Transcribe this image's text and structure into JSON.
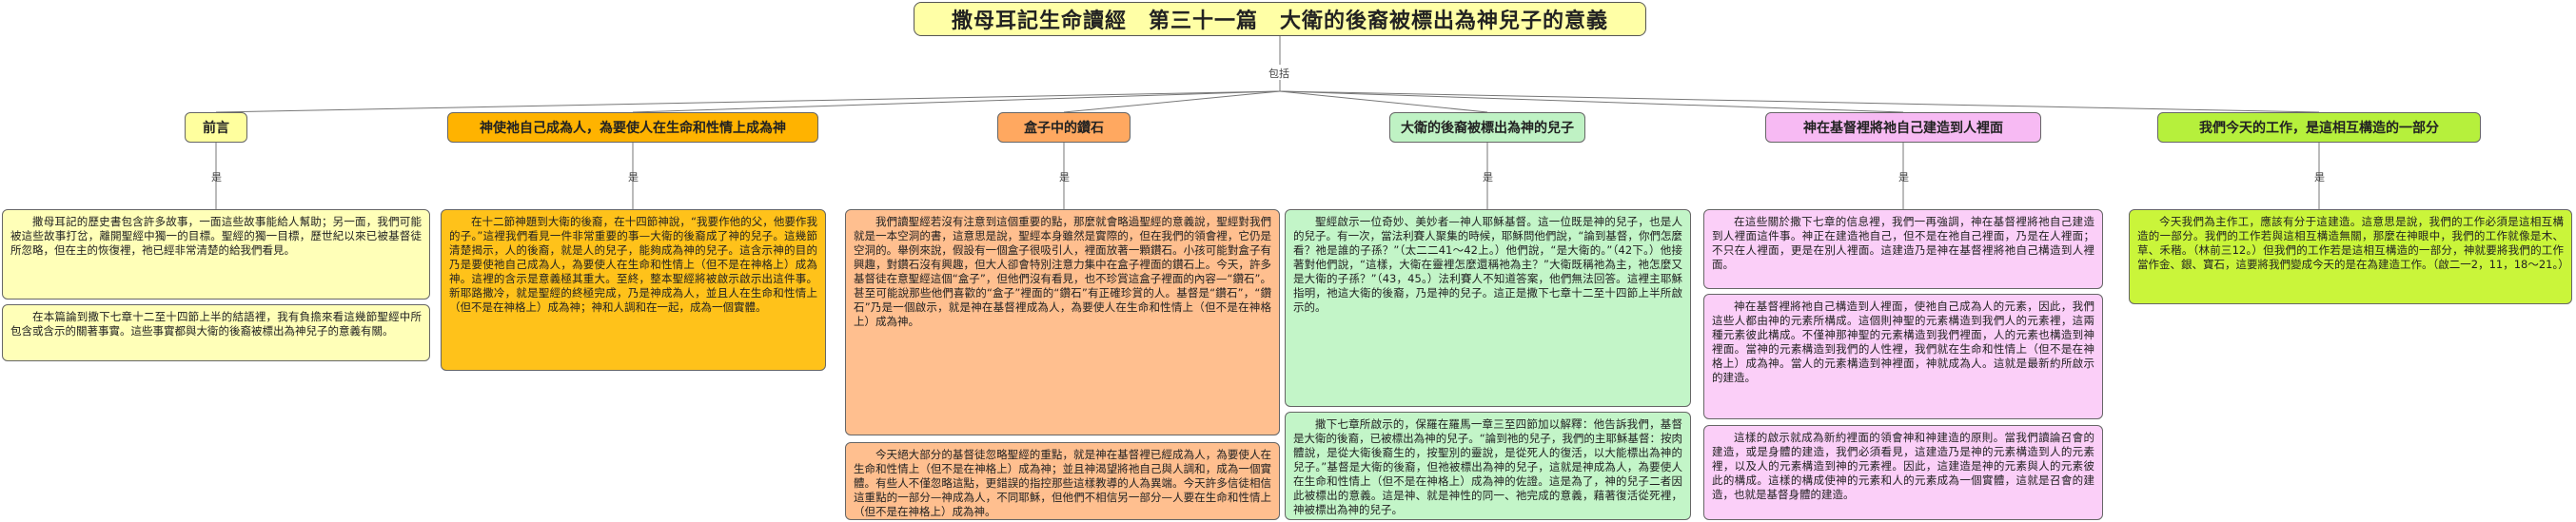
{
  "title": "撒母耳記生命讀經　第三十一篇　大衛的後裔被標出為神兒子的意義",
  "link_labels": {
    "root": "包括",
    "branch": "是"
  },
  "branches": [
    {
      "heading": "前言",
      "paragraphs": [
        "撒母耳記的歷史書包含許多故事，一面這些故事能給人幫助；另一面，我們可能被這些故事打岔，離開聖經中獨一的目標。聖經的獨一目標，歷世紀以來已被基督徒所忽略，但在主的恢復裡，祂已經非常清楚的給我們看見。",
        "在本篇論到撒下七章十二至十四節上半的結語裡，我有負擔來看這幾節聖經中所包含或含示的關著事實。這些事實都與大衛的後裔被標出為神兒子的意義有關。"
      ]
    },
    {
      "heading": "神使祂自己成為人，為要使人在生命和性情上成為神",
      "paragraphs": [
        "在十二節神題到大衛的後裔，在十四節神說，“我要作他的父，他要作我的子。”這裡我們看見一件非常重要的事—大衛的後裔成了神的兒子。這幾節清楚揭示，人的後裔，就是人的兒子，能夠成為神的兒子。這含示神的目的乃是要使祂自己成為人，為要使人在生命和性情上（但不是在神格上）成為神。這裡的含示是意義極其重大。至終，整本聖經將被啟示啟示出這件事。新耶路撒冷，就是聖經的終極完成，乃是神成為人，並且人在生命和性情上（但不是在神格上）成為神；神和人調和在一起，成為一個實體。"
      ]
    },
    {
      "heading": "盒子中的鑽石",
      "paragraphs": [
        "我們讀聖經若沒有注意到這個重要的點，那麼就會略過聖經的意義說，聖經對我們就是一本空洞的書，這意思是說，聖經本身雖然是實際的，但在我們的領會裡，它仍是空洞的。舉例來說，假設有一個盒子很吸引人，裡面放著一顆鑽石。小孩可能對盒子有興趣，對鑽石沒有興趣，但大人卻會特別注意力集中在盒子裡面的鑽石上。今天，許多基督徒在意聖經這個“盒子”，但他們沒有看見，也不珍賞這盒子裡面的內容—“鑽石”。甚至可能說那些他們喜歡的“盒子”裡面的“鑽石”有正確珍賞的人。基督是“鑽石”，“鑽石”乃是一個啟示，就是神在基督裡成為人，為要使人在生命和性情上（但不是在神格上）成為神。",
        "今天絕大部分的基督徒忽略聖經的重點，就是神在基督裡已經成為人，為要使人在生命和性情上（但不是在神格上）成為神；並且神渴望將祂自己與人調和，成為一個實體。有些人不僅忽略這點，更錯誤的指控那些這樣教導的人為異端。今天許多信徒相信這重點的一部分—神成為人，不同耶穌，但他們不相信另一部分—人要在生命和性情上（但不是在神格上）成為神。"
      ]
    },
    {
      "heading": "大衛的後裔被標出為神的兒子",
      "paragraphs": [
        "聖經啟示一位奇妙、美妙者—神人耶穌基督。這一位既是神的兒子，也是人的兒子。有一次，當法利賽人聚集的時候，耶穌問他們說，“論到基督，你們怎麼看？祂是誰的子孫？”（太二二41～42上。）他們說，“是大衛的。”（42下。）他接著對他們說，“這樣，大衛在靈裡怎麼還稱祂為主？”大衛既稱祂為主，祂怎麼又是大衛的子孫？”（43，45。）法利賽人不知道答案，他們無法回答。這裡主耶穌指明，祂這大衛的後裔，乃是神的兒子。這正是撒下七章十二至十四節上半所啟示的。",
        "撒下七章所啟示的，保羅在羅馬一章三至四節加以解釋：他告訴我們，基督是大衛的後裔，已被標出為神的兒子。“論到祂的兒子，我們的主耶穌基督：按肉體說，是從大衛後裔生的，按聖別的靈說，是從死人的復活，以大能標出為神的兒子。”基督是大衛的後裔，但祂被標出為神的兒子，這就是神成為人，為要使人在生命和性情上（但不是在神格上）成為神的佐證。這是為了，神的兒子二者因此被標出的意義。這是神、就是神性的同一、祂完成的意義，藉著復活從死裡，神被標出為神的兒子。"
      ]
    },
    {
      "heading": "神在基督裡將祂自己建造到人裡面",
      "paragraphs": [
        "在這些關於撒下七章的信息裡，我們一再強調，神在基督裡將祂自己建造到人裡面這件事。神正在建造祂自己，但不是在祂自己裡面，乃是在人裡面；不只在人裡面，更是在別人裡面。這建造乃是神在基督裡將祂自己構造到人裡面。",
        "神在基督裡將祂自己構造到人裡面，使祂自己成為人的元素，因此，我們這些人都由神的元素所構成。這個則神聖的元素構造到我們人的元素裡，這兩種元素彼此構成。不僅神那神聖的元素構造到我們裡面，人的元素也構造到神裡面。當神的元素構造到我們的人性裡，我們就在生命和性情上（但不是在神格上）成為神。當人的元素構造到神裡面，神就成為人。這就是最新約所啟示的建造。",
        "這樣的啟示就成為新約裡面的領會神和神建造的原則。當我們讀論召會的建造，或是身體的建造，我們必須看見，這建造乃是神的元素構造到人的元素裡，以及人的元素構造到神的元素裡。因此，這建造是神的元素與人的元素彼此的構成。這樣的構成使神的元素和人的元素成為一個實體，這就是召會的建造，也就是基督身體的建造。"
      ]
    },
    {
      "heading": "我們今天的工作，是這相互構造的一部分",
      "paragraphs": [
        "今天我們為主作工，應該有分于這建造。這意思是說，我們的工作必須是這相互構造的一部分。我們的工作若與這相互構造無關，那麼在神眼中，我們的工作就像是木、草、禾稭。（林前三12。）但我們的工作若是這相互構造的一部分，神就要將我們的工作當作金、銀、寶石，這要將我們變成今天的是在為建造工作。（啟二一2，11，18～21。）"
      ]
    }
  ]
}
